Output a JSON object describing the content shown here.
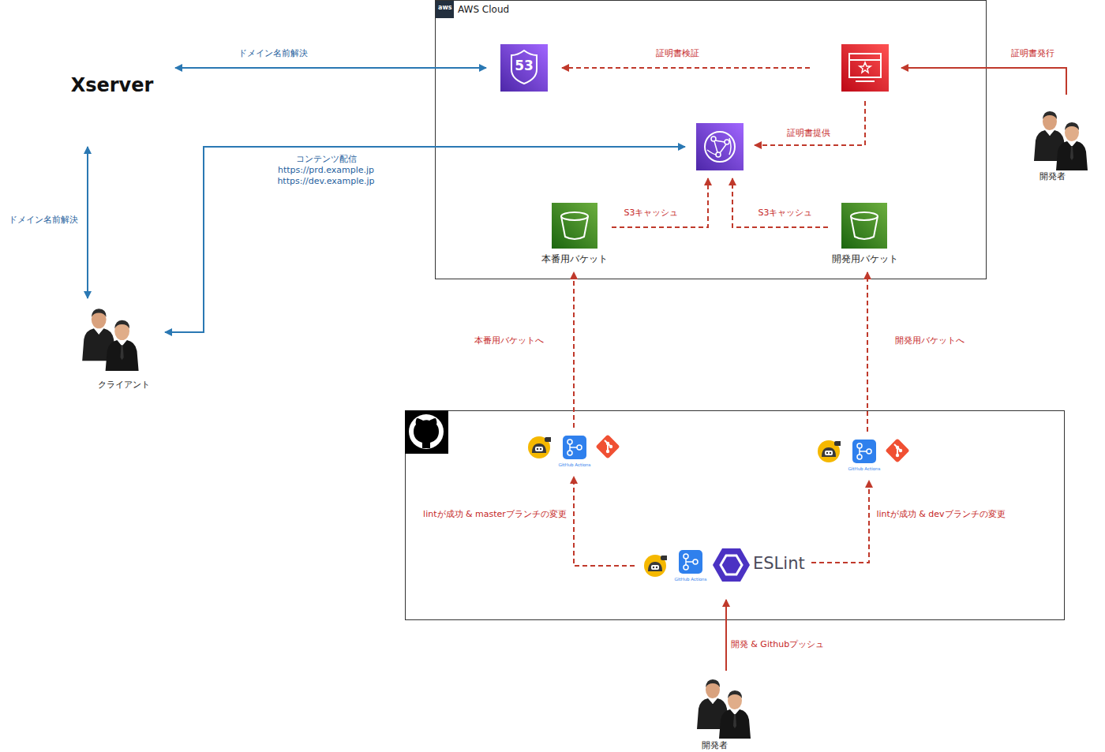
{
  "diagram": {
    "nodes": [
      {
        "text": [
          "AWS Cloud"
        ]
      },
      {
        "text": [
          "53"
        ],
        "in": 0
      },
      {
        "text": [],
        "in": 0
      },
      {
        "text": [],
        "in": 0
      },
      {
        "text": [
          "本番用バケット"
        ],
        "in": 0
      },
      {
        "text": [
          "開発用バケット"
        ],
        "in": 0
      },
      {
        "text": [
          "Xserver"
        ]
      },
      {
        "text": [
          "開発者"
        ]
      },
      {
        "text": [
          "クライアント"
        ]
      },
      {
        "text": []
      },
      {
        "text": [
          "GitHub Actions"
        ],
        "in": 9
      },
      {
        "text": [
          "GitHub Actions"
        ],
        "in": 9
      },
      {
        "text": [
          "GitHub Actions",
          "ESLint"
        ],
        "in": 9
      },
      {
        "text": [
          "開発者"
        ]
      }
    ],
    "edges": [
      {
        "from": 6,
        "to": 1,
        "arrow": "both",
        "label": "ドメイン名前解決"
      },
      {
        "from": 2,
        "to": 1,
        "arrow": "to",
        "label": "証明書検証"
      },
      {
        "from": 7,
        "to": 2,
        "arrow": "to",
        "label": "証明書発行"
      },
      {
        "from": 2,
        "to": 3,
        "arrow": "to",
        "label": "証明書提供"
      },
      {
        "from": 3,
        "to": 8,
        "arrow": "both",
        "label": "コンテンツ配信 https://prd.example.jp https://dev.example.jp"
      },
      {
        "from": 6,
        "to": 8,
        "arrow": "both",
        "label": "ドメイン名前解決"
      },
      {
        "from": 4,
        "to": 3,
        "arrow": "to",
        "label": "S3キャッシュ"
      },
      {
        "from": 5,
        "to": 3,
        "arrow": "to",
        "label": "S3キャッシュ"
      },
      {
        "from": 10,
        "to": 4,
        "arrow": "to",
        "label": "本番用バケットへ"
      },
      {
        "from": 11,
        "to": 5,
        "arrow": "to",
        "label": "開発用バケットへ"
      },
      {
        "from": 12,
        "to": 10,
        "arrow": "to",
        "label": "lintが成功 & masterブランチの変更"
      },
      {
        "from": 12,
        "to": 11,
        "arrow": "to",
        "label": "lintが成功 & devブランチの変更"
      },
      {
        "from": 13,
        "to": 12,
        "arrow": "to",
        "label": "開発 & Githubプッシュ"
      }
    ],
    "labels": [
      "aws"
    ]
  }
}
